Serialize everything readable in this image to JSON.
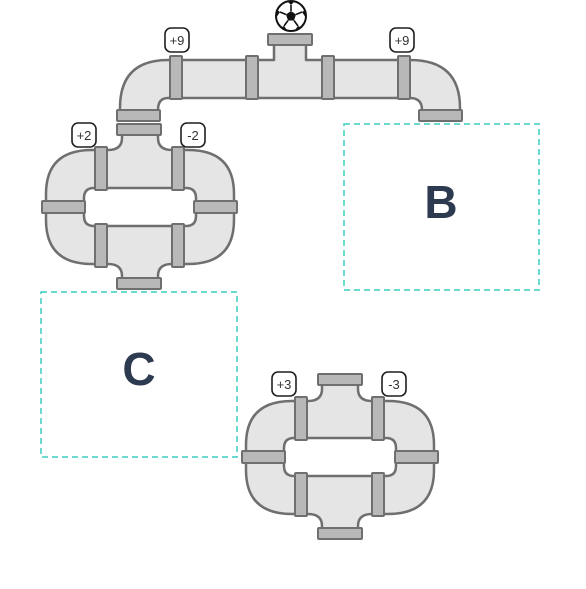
{
  "top_pipe": {
    "left_value": "+9",
    "right_value": "+9"
  },
  "loop_a": {
    "left_value": "+2",
    "right_value": "-2"
  },
  "loop_b": {
    "left_value": "+3",
    "right_value": "-3"
  },
  "slots": {
    "b_label": "B",
    "c_label": "C"
  },
  "icons": {
    "ball": "soccer-ball-icon"
  },
  "colors": {
    "slot_outline": "#3ccdc0",
    "label_text": "#2d3a4f",
    "pipe_fill": "#e5e5e5"
  }
}
